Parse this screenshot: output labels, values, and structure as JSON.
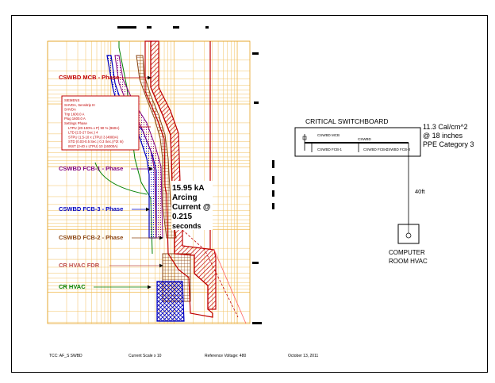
{
  "tcc": {
    "curves": {
      "mcb_label": "CSWBD MCB - Phase",
      "fcb1_label": "CSWBD FCB-1 - Phase",
      "fcb3_label": "CSWBD FCB-3 - Phase",
      "fcb2_label": "CSWBD FCB-2 - Phase",
      "cr_hvac_fdr_label": "CR HVAC FDR",
      "cr_hvac_label": "CR HVAC"
    },
    "settings_box": {
      "lines": [
        "SIEMENS",
        "SHVDA, Sensitrip III",
        "SHVDA",
        "Trip 1600.0 A",
        "Plug 1600.0 A",
        "Settings Phase",
        "LTPU (20-100% x P) 90 % (960A)",
        "LTD (2.5-27 Sec.) 4",
        "STPU (1.5-10 x LTPU) 3 (4800A)",
        "STD (0.03-0.5 Sec.) 0.3 Sec.(I^2t In)",
        "INST (2-40 x LTPU) 10 (16000A)"
      ]
    },
    "arc_annotation": {
      "line1": "15.95 kA",
      "line2": "Arcing",
      "line3": "Current @",
      "line4": "0.215",
      "line5": "seconds"
    }
  },
  "one_line": {
    "title": "CRITICAL SWITCHBOARD",
    "bus_label": "CSWBD",
    "mcb_label": "CSWBD MCB",
    "fcb1_label": "CSWBD FCB-1",
    "fcb2_label": "CSWBD FCB-2",
    "fcb3_label": "CSWBD FCB-3",
    "incident_energy": "11.3 Cal/cm^2",
    "working_distance": "@ 18 inches",
    "ppe_category": "PPE Category 3",
    "cable_length": "40ft",
    "load_label_1": "COMPUTER",
    "load_label_2": "ROOM HVAC"
  },
  "footer": {
    "tcc_name": "TCC: AF_S SWBD",
    "current_scale": "Current Scale x 10",
    "reference_voltage": "Reference Voltage: 480",
    "date": "October 13, 2011"
  },
  "colors": {
    "grid": "#f2c060",
    "mcb": "#c00000",
    "fcb1": "#800080",
    "fcb3": "#0000c0",
    "fcb2": "#8b4513",
    "hvac_fdr": "#c0504d",
    "hvac": "#008000"
  }
}
